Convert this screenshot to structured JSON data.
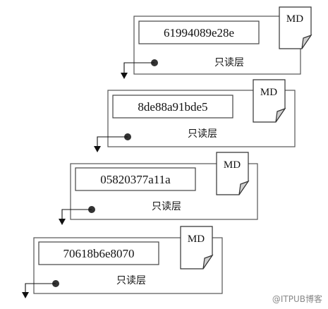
{
  "layers": [
    {
      "id": "61994089e28e",
      "label": "只读层",
      "badge": "MD"
    },
    {
      "id": "8de88a91bde5",
      "label": "只读层",
      "badge": "MD"
    },
    {
      "id": "05820377a11a",
      "label": "只读层",
      "badge": "MD"
    },
    {
      "id": "70618b6e8070",
      "label": "只读层",
      "badge": "MD"
    }
  ],
  "watermark": "@ITPUB博客"
}
